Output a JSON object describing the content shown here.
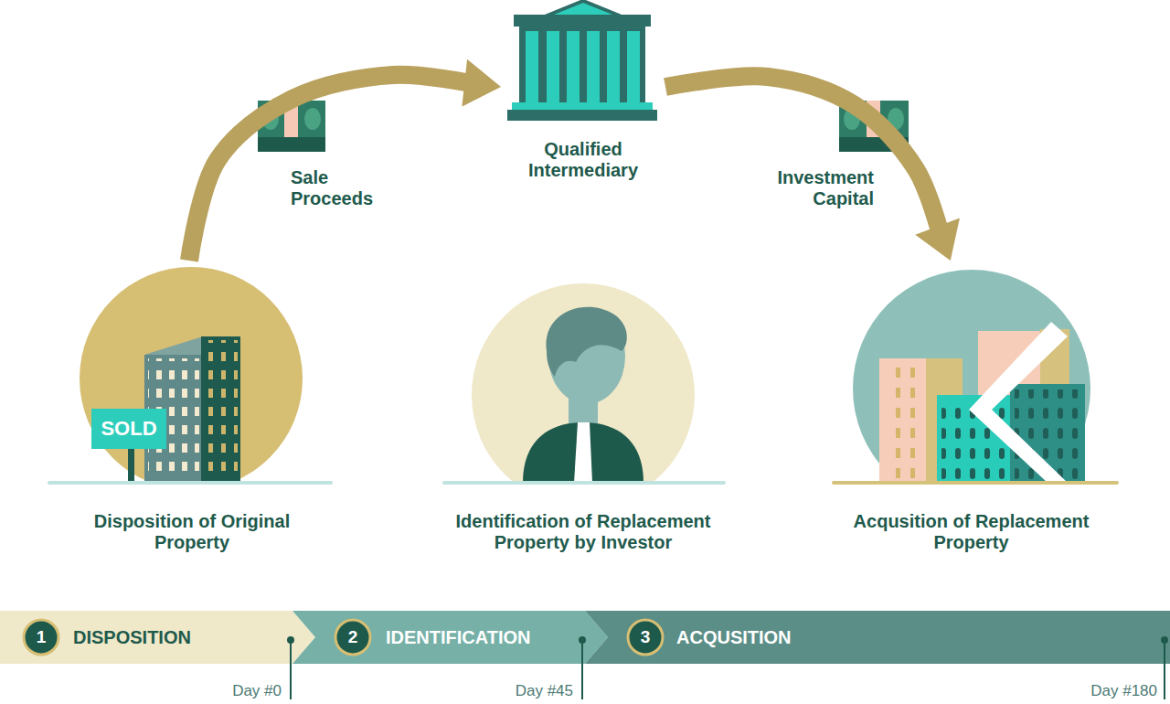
{
  "diagram": {
    "nodes": [
      {
        "text": [
          "Disposition of Original Property"
        ]
      },
      {
        "text": [
          "Qualified Intermediary"
        ]
      },
      {
        "text": [
          "Identification of Replacement Property by Investor"
        ]
      },
      {
        "text": [
          "Acqusition of Replacement Property"
        ]
      },
      {
        "text": [
          "1",
          "DISPOSITION"
        ]
      },
      {
        "text": [
          "2",
          "IDENTIFICATION"
        ]
      },
      {
        "text": [
          "3",
          "ACQUSITION"
        ]
      }
    ],
    "edges": [
      {
        "from": 0,
        "to": 1,
        "arrow": "to",
        "label": "Sale Proceeds"
      },
      {
        "from": 1,
        "to": 3,
        "arrow": "to",
        "label": "Investment Capital"
      }
    ],
    "labels": [
      "SOLD",
      "Day #0",
      "Day #45",
      "Day #180"
    ]
  }
}
